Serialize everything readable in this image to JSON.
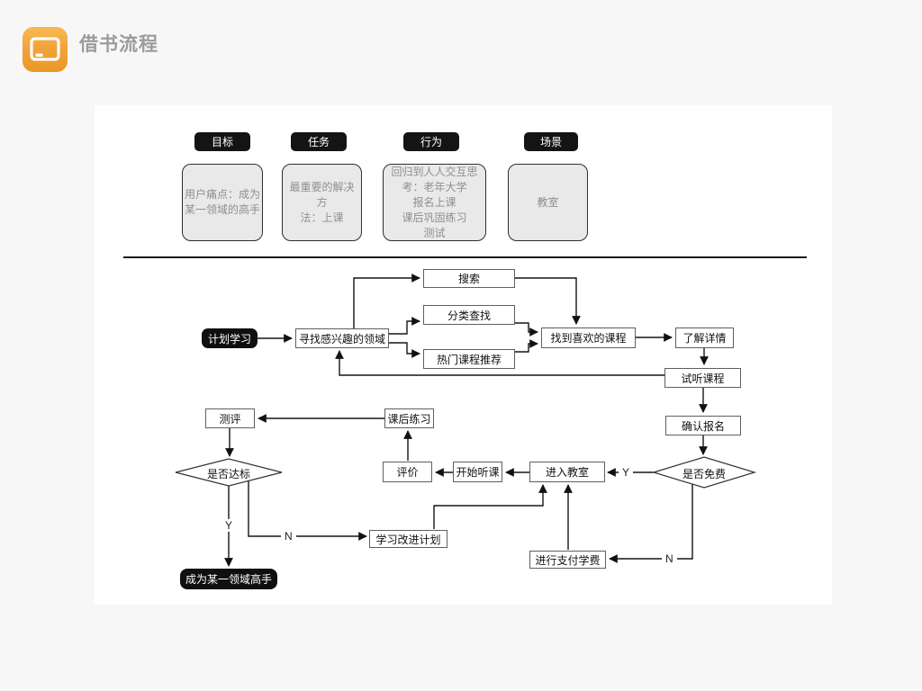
{
  "app": {
    "title": "借书流程"
  },
  "colors": {
    "page_bg": "#F7F7F8",
    "card_bg": "#FFFFFF",
    "accent_orange": "#F2A33C",
    "pill_bg": "#141414",
    "legend_box_bg": "#E9E9E9",
    "legend_text": "#8F8F8F",
    "node_border": "#5F5F5F",
    "connector": "#151515"
  },
  "legend": {
    "columns": [
      {
        "label": "目标",
        "text": "用户痛点：成为\n某一领域的高手"
      },
      {
        "label": "任务",
        "text": "最重要的解决方\n法：上课"
      },
      {
        "label": "行为",
        "text": "回归到人人交互思\n考：老年大学\n报名上课\n课后巩固练习\n测试"
      },
      {
        "label": "场景",
        "text": "教室"
      }
    ]
  },
  "flowchart": {
    "nodes": {
      "plan": "计划学习",
      "find_field": "寻找感兴趣的领域",
      "search": "搜索",
      "category": "分类查找",
      "hot": "热门课程推荐",
      "found": "找到喜欢的课程",
      "details": "了解详情",
      "trial": "试听课程",
      "confirm": "确认报名",
      "free": "是否免费",
      "enter": "进入教室",
      "listen": "开始听课",
      "evaluate": "评价",
      "practice": "课后练习",
      "assess": "测评",
      "standard": "是否达标",
      "improve": "学习改进计划",
      "pay": "进行支付学费",
      "master": "成为某一领域高手"
    },
    "edge_labels": {
      "free_yes": "Y",
      "free_no": "N",
      "standard_yes": "Y",
      "standard_no": "N"
    }
  }
}
